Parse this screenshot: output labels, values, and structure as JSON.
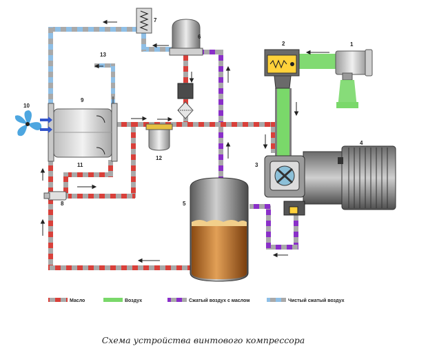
{
  "labels": {
    "n1": "1",
    "n2": "2",
    "n3": "3",
    "n4": "4",
    "n5": "5",
    "n6": "6",
    "n7": "7",
    "n8": "8",
    "n9": "9",
    "n10": "10",
    "n11": "11",
    "n12": "12",
    "n13": "13"
  },
  "legend": {
    "oil": "Масло",
    "air": "Воздух",
    "air_oil": "Сжатый воздух с маслом",
    "clean_air": "Чистый сжатый воздух"
  },
  "caption": "Схема устройства винтового компрессора",
  "colors": {
    "oil": "#d9403a",
    "air": "#7ad86a",
    "air_oil": "#8a2fc9",
    "clean_air": "#8fbfe6",
    "pipe": "#a9a9a9"
  }
}
